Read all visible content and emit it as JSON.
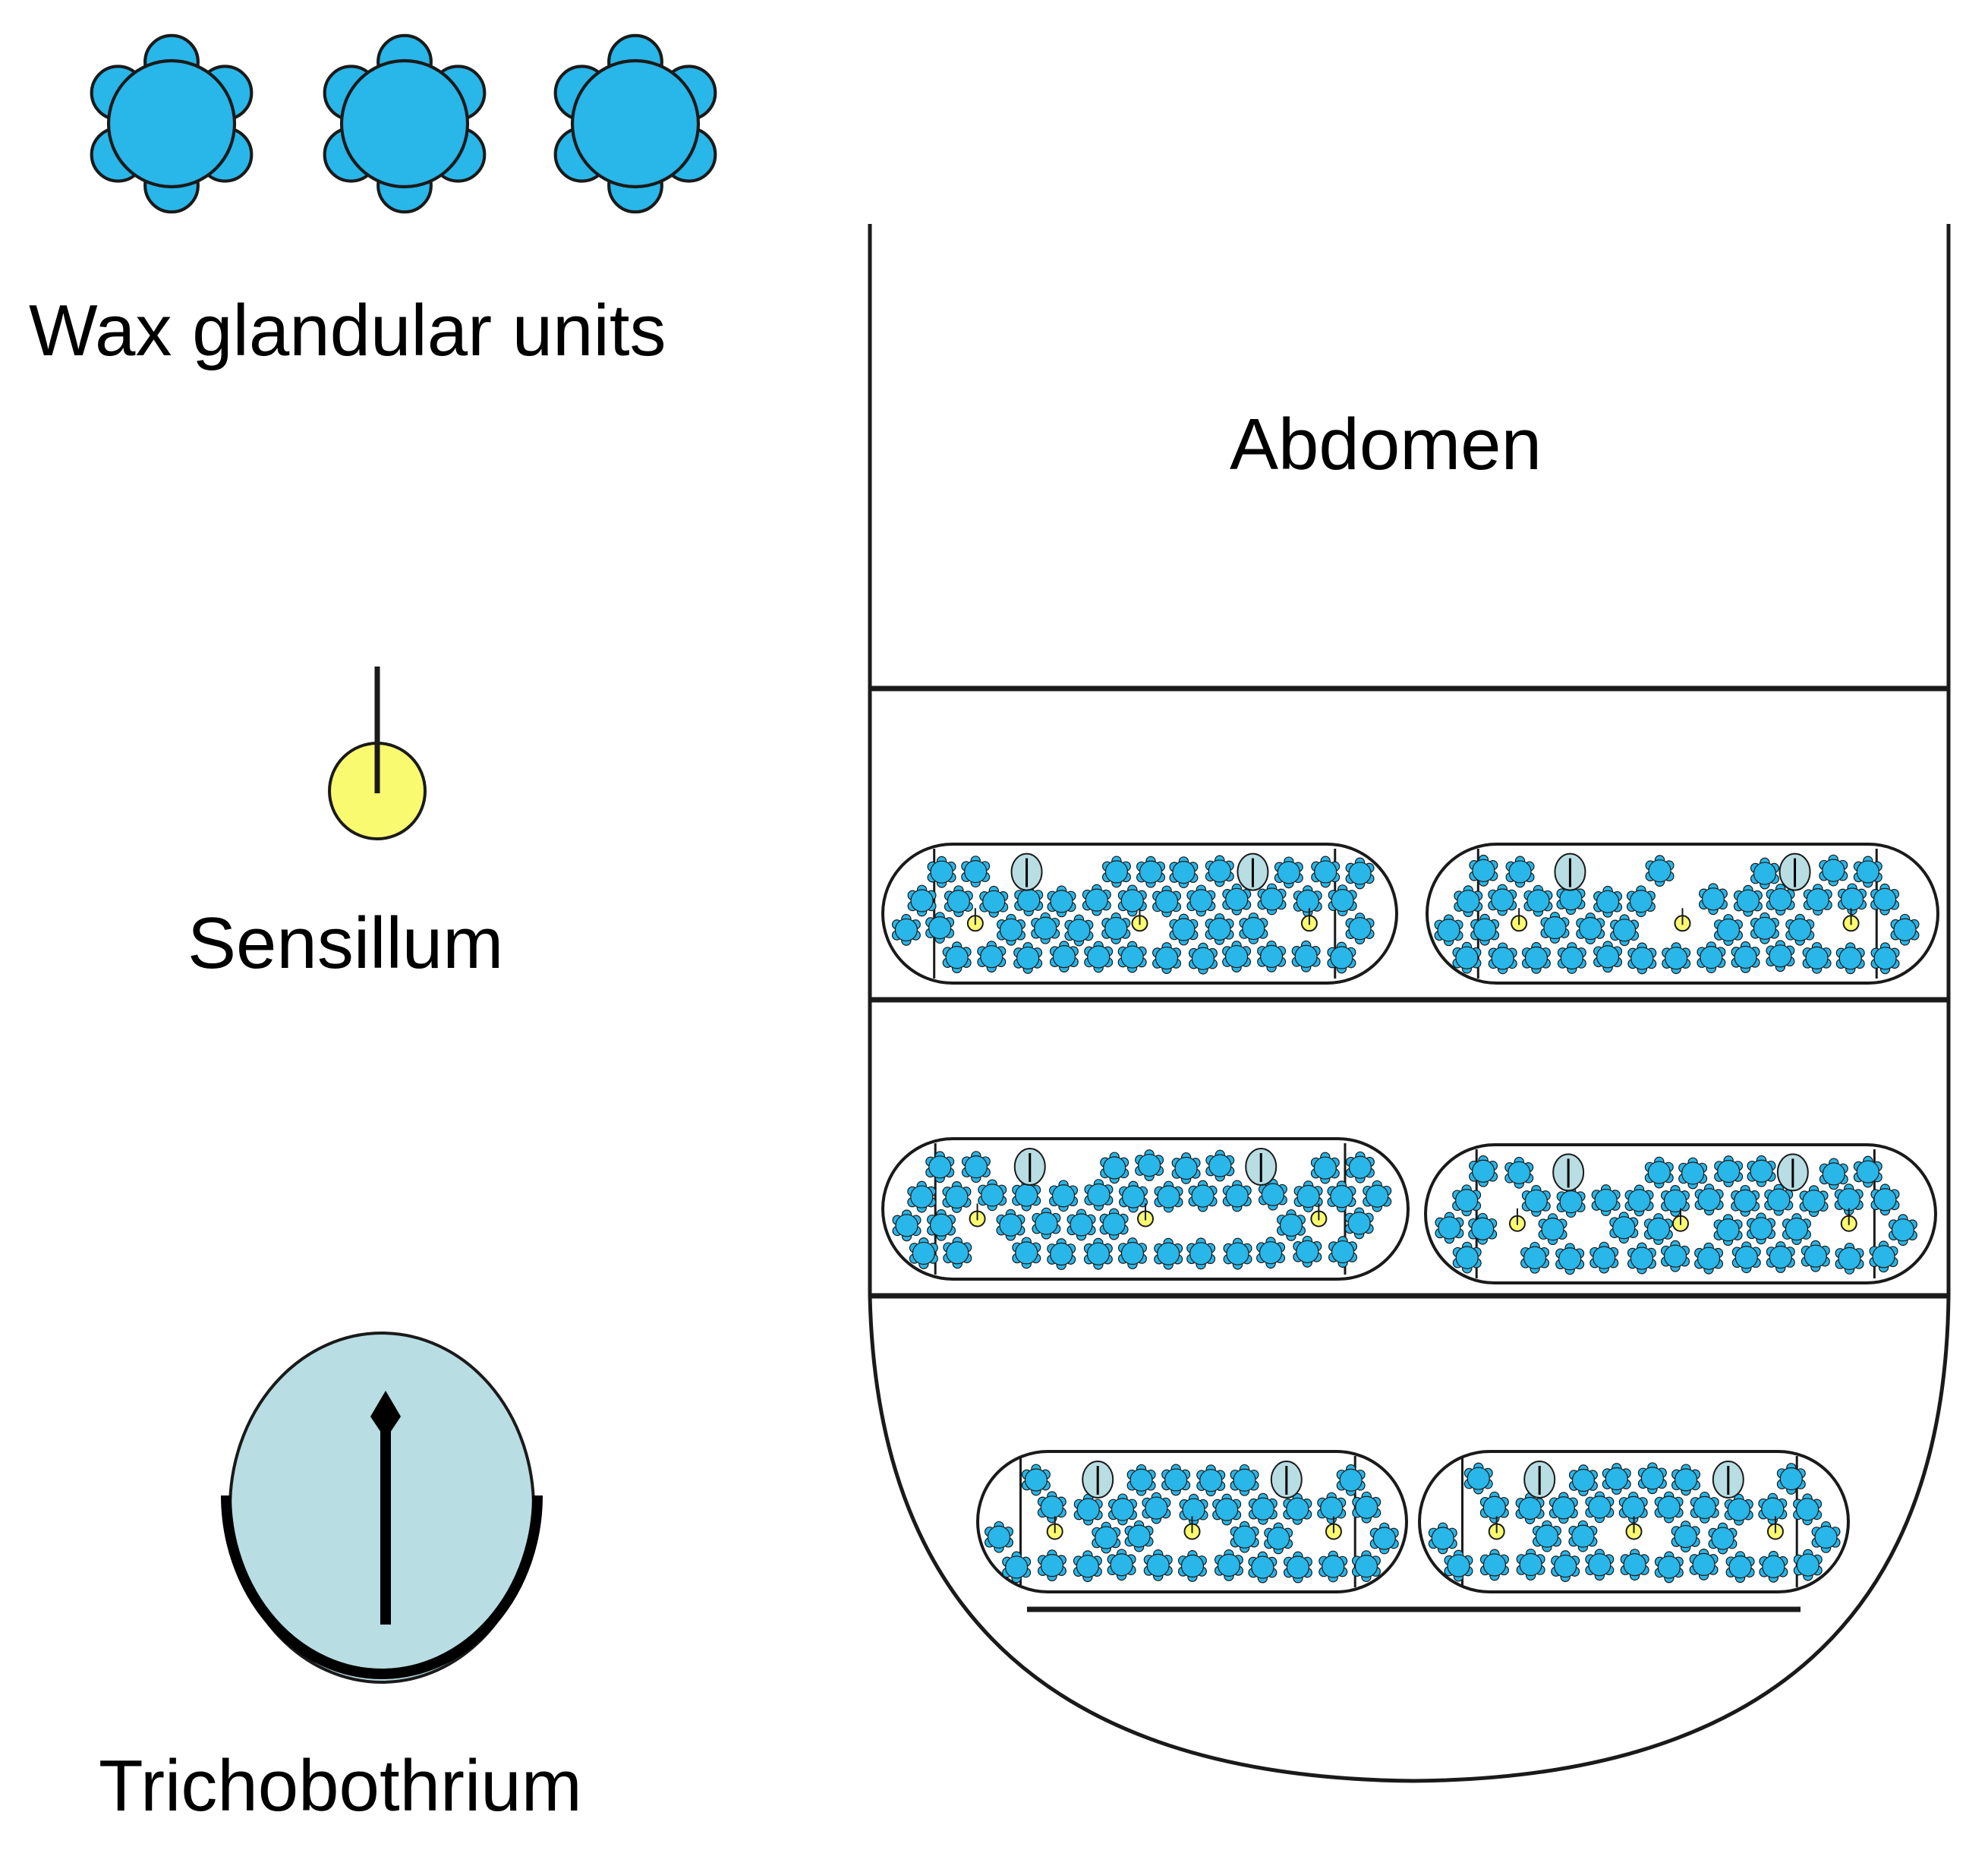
{
  "labels": {
    "wax": "Wax glandular units",
    "sensillum": "Sensillum",
    "trichobothrium": "Trichobothrium",
    "abdomen": "Abdomen"
  },
  "colors": {
    "wax_unit": "#29b6e8",
    "sensillum": "#fafa70",
    "trichobothrium": "#b8dde2",
    "line": "#1a1a1a",
    "background": "#ffffff"
  },
  "abdomen": {
    "segments_with_plates": 3,
    "plates_per_segment": 2
  }
}
